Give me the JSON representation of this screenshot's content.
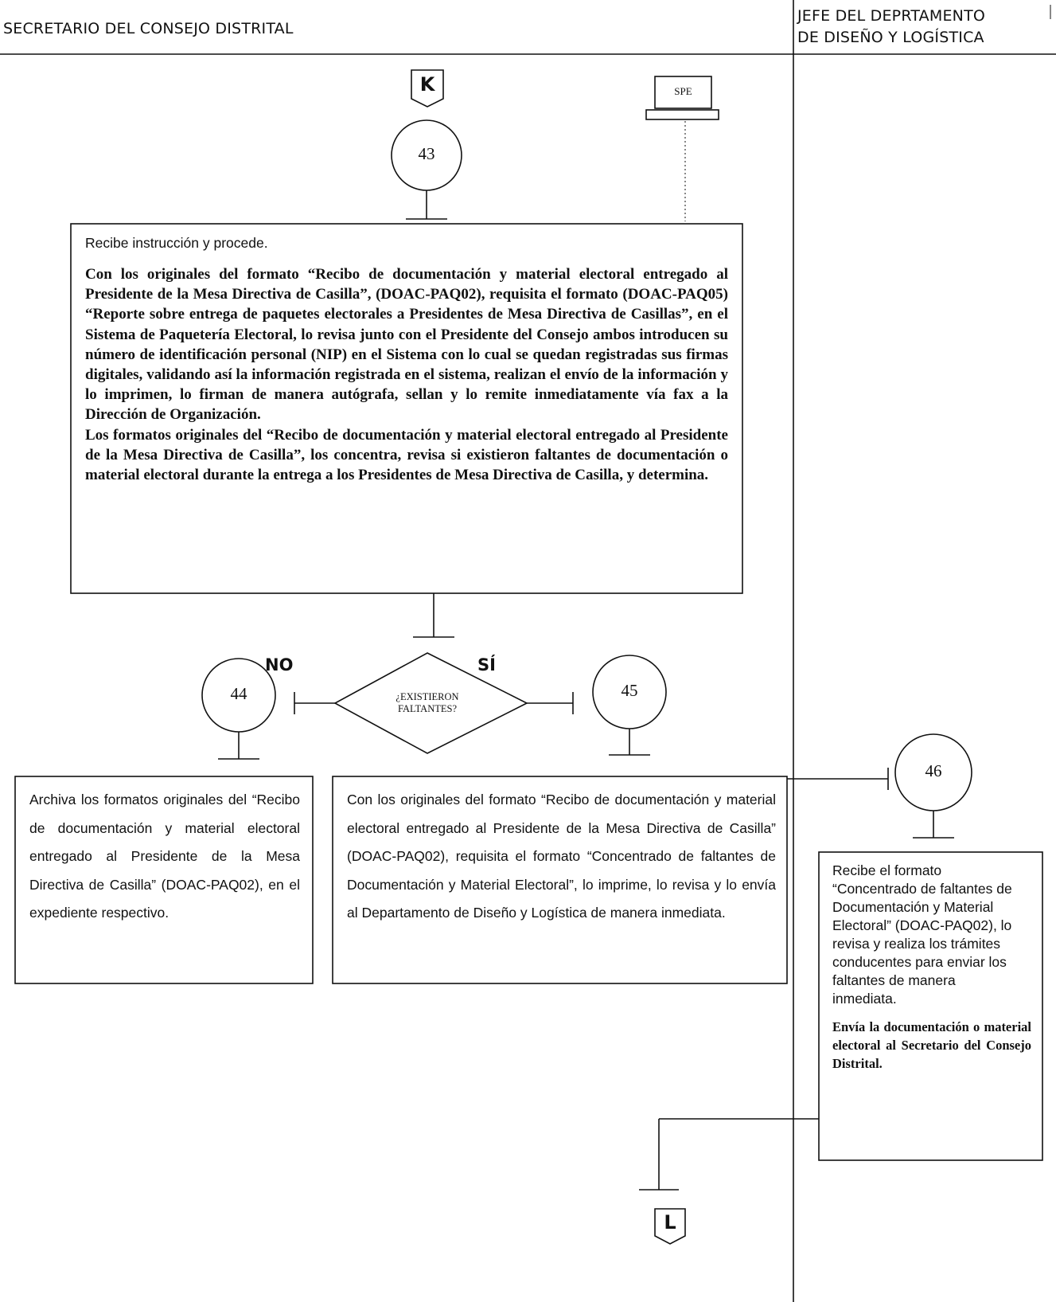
{
  "lanes": {
    "left_title": "SECRETARIO DEL CONSEJO DISTRITAL",
    "right_title_line1": "JEFE DEL DEPRTAMENTO",
    "right_title_line2": "DE DISEÑO Y LOGÍSTICA"
  },
  "connectors": {
    "top": "K",
    "bottom": "L"
  },
  "system": {
    "label": "SPE"
  },
  "steps": {
    "s43": "43",
    "s44": "44",
    "s45": "45",
    "s46": "46"
  },
  "box43": {
    "intro": "Recibe instrucción y procede.",
    "para1": "Con los originales del formato “Recibo de documentación y material electoral entregado al Presidente de la Mesa Directiva de Casilla”, (DOAC-PAQ02), requisita el formato (DOAC-PAQ05) “Reporte sobre entrega de paquetes electorales a Presidentes de Mesa Directiva de Casillas”, en el Sistema de Paquetería Electoral, lo revisa junto con el Presidente del Consejo ambos introducen su número de identificación personal (NIP) en el Sistema con lo cual se quedan registradas sus firmas digitales, validando así la información registrada en el sistema, realizan el envío de la información y lo imprimen, lo firman de manera autógrafa, sellan y lo remite inmediatamente vía fax a la Dirección de Organización.",
    "para2": "Los formatos originales del “Recibo de documentación y material electoral entregado al Presidente de la Mesa Directiva de Casilla”, los concentra, revisa si existieron faltantes de documentación o material electoral durante la entrega a los Presidentes de Mesa Directiva de Casilla, y determina."
  },
  "decision": {
    "line1": "¿EXISTIERON",
    "line2": "FALTANTES?",
    "no_label": "NO",
    "yes_label": "SÍ"
  },
  "box44": {
    "text": "Archiva los formatos originales del “Recibo de documentación y material electoral entregado al Presidente de la Mesa Directiva de Casilla” (DOAC-PAQ02), en el expediente respectivo."
  },
  "box45": {
    "text": "Con los originales del formato “Recibo de documentación y material electoral entregado al Presidente de la Mesa Directiva de Casilla” (DOAC-PAQ02), requisita el formato “Concentrado de faltantes de Documentación y Material Electoral”, lo imprime, lo revisa y lo envía al Departamento de Diseño y Logística de manera inmediata."
  },
  "box46": {
    "text": "Recibe el formato “Concentrado de faltantes de Documentación y Material Electoral” (DOAC-PAQ02), lo revisa y realiza los trámites conducentes para enviar los faltantes de manera inmediata.",
    "bold": "Envía la documentación o material electoral al Secretario del Consejo Distrital."
  }
}
